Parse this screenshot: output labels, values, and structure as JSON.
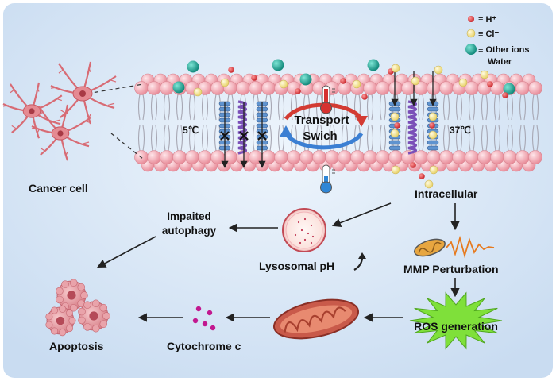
{
  "legend": {
    "h_ion": "≡ H⁺",
    "cl_ion": "≡ Cl⁻",
    "other_ions": "≡ Other ions",
    "water": "Water"
  },
  "labels": {
    "cancer_cell": "Cancer cell",
    "temp_cold": "5℃",
    "temp_warm": "37℃",
    "switch_line1": "Transport",
    "switch_line2": "Swich",
    "intracellular": "Intracellular",
    "autophagy_line1": "Impaited",
    "autophagy_line2": "autophagy",
    "lysosomal_ph": "Lysosomal pH",
    "mmp": "MMP Perturbation",
    "ros": "ROS generation",
    "cytochrome": "Cytochrome c",
    "apoptosis": "Apoptosis"
  },
  "colors": {
    "background": "#d7e6f6",
    "lipid_head": "#f2a9b2",
    "h_ion": "#d9383d",
    "cl_ion": "#f3e58a",
    "other_ions": "#1aa394",
    "channel_blue": "#5f93cf",
    "channel_purple": "#7a4fb8",
    "ros_green": "#7fe03a",
    "mito": "#c95a4a",
    "cytochrome": "#c2188f"
  },
  "icons": [
    "blocked-x-icon",
    "thermometer-hot-icon",
    "thermometer-cold-icon",
    "cycle-arrow-icon",
    "lysosome-icon",
    "mitochondrion-icon",
    "ros-burst-icon",
    "apoptotic-cell-icon",
    "neuron-cell-icon"
  ]
}
